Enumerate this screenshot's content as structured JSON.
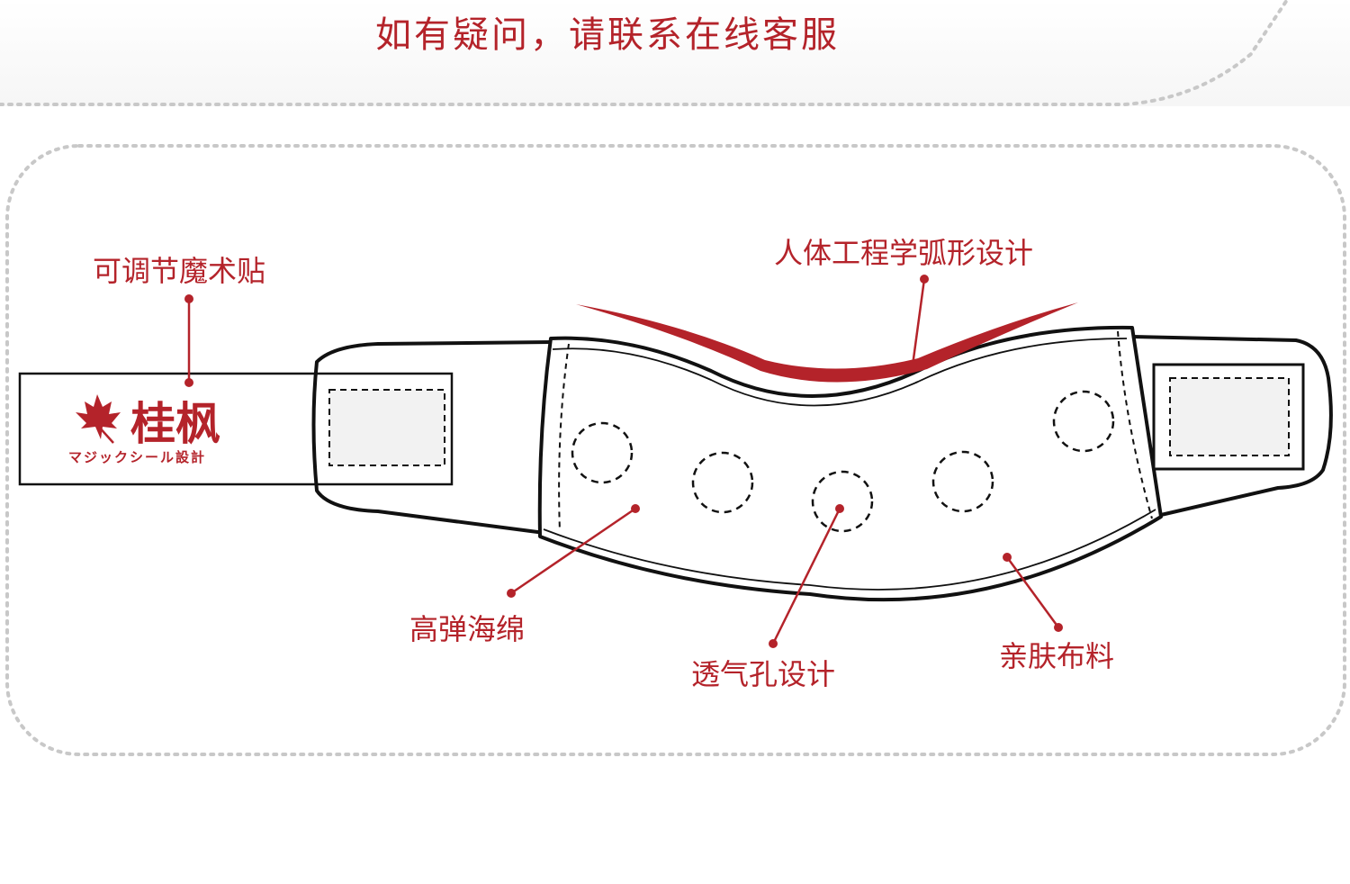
{
  "banner": {
    "text": "如有疑问，请联系在线客服"
  },
  "brand": {
    "name": "桂枫",
    "subtitle": "マジックシール設計",
    "logo_icon": "maple-leaf-icon"
  },
  "labels": {
    "velcro": "可调节魔术贴",
    "ergonomic": "人体工程学弧形设计",
    "foam": "高弹海绵",
    "vent": "透气孔设计",
    "fabric": "亲肤布料"
  },
  "colors": {
    "accent": "#b4232a",
    "outline": "#111111",
    "dots": "#c8c8c8"
  }
}
